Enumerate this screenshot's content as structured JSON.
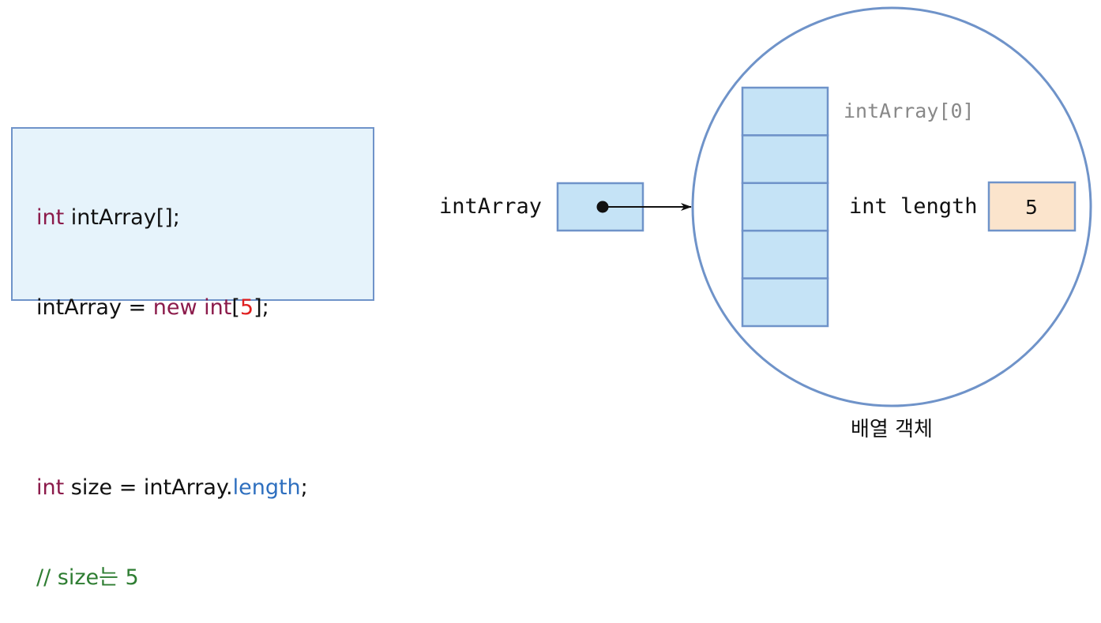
{
  "code": {
    "line1": {
      "kw": "int",
      "rest": " intArray[];"
    },
    "line2": {
      "pre": "intArray = ",
      "kw_new": "new",
      "sp": " ",
      "kw_int": "int",
      "open": "[",
      "num": "5",
      "close": "];"
    },
    "line3": {
      "kw": "int",
      "pre": " size = intArray.",
      "prop": "length",
      "end": ";"
    },
    "line4": {
      "comment": "// size는 5"
    }
  },
  "diagram": {
    "variable_label": "intArray",
    "element_label": "intArray[0]",
    "length_label": "int length",
    "length_value": "5",
    "object_caption": "배열 객체",
    "element_count": 5,
    "colors": {
      "cell_fill": "#c5e3f6",
      "cell_stroke": "#6f93c9",
      "circle_stroke": "#6f93c9",
      "length_fill": "#fbe4cc",
      "element_label_color": "#888888",
      "text": "#111111"
    }
  }
}
